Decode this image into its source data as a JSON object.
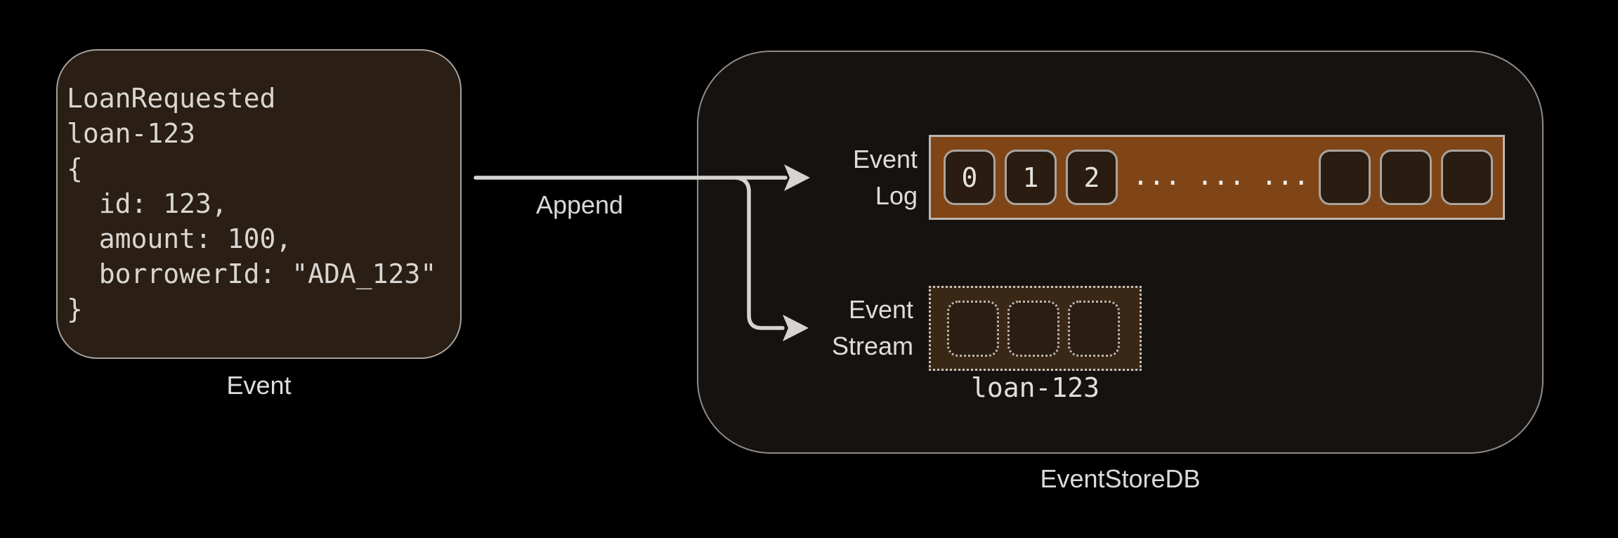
{
  "diagram": {
    "event_card": {
      "code_lines": [
        "LoanRequested",
        "loan-123",
        "{",
        "  id: 123,",
        "  amount: 100,",
        "  borrowerId: \"ADA_123\"",
        "}"
      ],
      "caption": "Event"
    },
    "append_label": "Append",
    "eventstoredb": {
      "caption": "EventStoreDB",
      "event_log": {
        "label_line1": "Event",
        "label_line2": "Log",
        "cells": [
          "0",
          "1",
          "2"
        ],
        "ellipsis": "... ... ...",
        "empty_cell_count": 3
      },
      "event_stream": {
        "label_line1": "Event",
        "label_line2": "Stream",
        "empty_cell_count": 3,
        "stream_name": "loan-123"
      }
    },
    "colors": {
      "background": "#000000",
      "event_card_fill": "#2a1e15",
      "store_fill": "#161210",
      "log_bar_fill": "#7f4517",
      "cell_fill": "#2a1c10",
      "stream_rect_fill": "#3a2817",
      "border_gray": "#a5a29e",
      "text": "#dddbd8",
      "arrow": "#d6d4d1"
    }
  }
}
